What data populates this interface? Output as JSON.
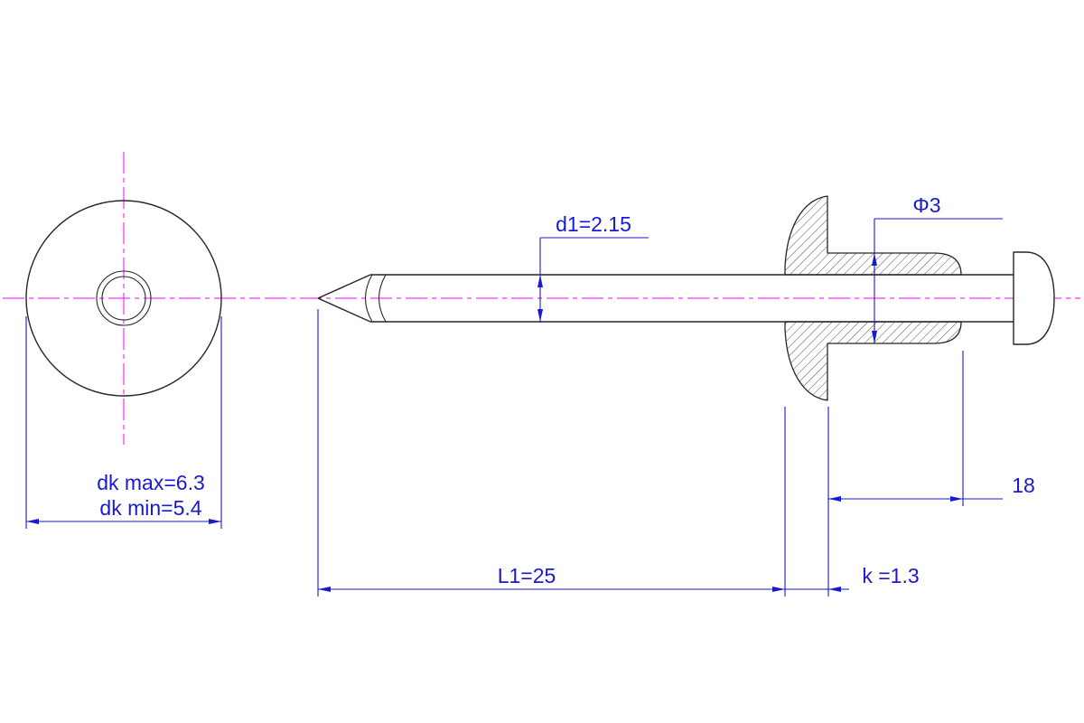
{
  "drawing": {
    "colors": {
      "outline": "#262626",
      "dimension": "#1919d2",
      "centerline": "#ff00ff",
      "background": "#ffffff"
    },
    "dimensions": {
      "head_diameter_max": "dk max=6.3",
      "head_diameter_min": "dk min=5.4",
      "mandrel_diameter": "d1=2.15",
      "body_diameter": "Φ3",
      "mandrel_length": "L1=25",
      "head_thickness": "k =1.3",
      "body_length": "18"
    }
  }
}
